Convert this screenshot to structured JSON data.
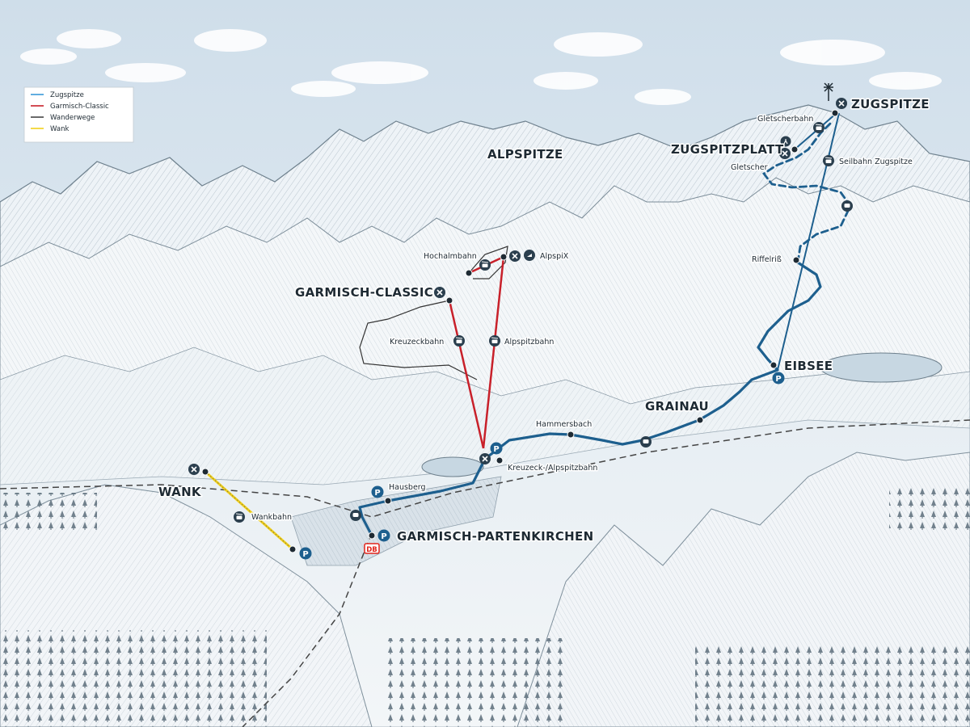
{
  "legend": {
    "items": [
      {
        "label": "Zugspitze",
        "color": "#3a9ad9"
      },
      {
        "label": "Garmisch-Classic",
        "color": "#c8202a"
      },
      {
        "label": "Wanderwege",
        "color": "#444444"
      },
      {
        "label": "Wank",
        "color": "#f2d11b"
      }
    ]
  },
  "areas": {
    "zugspitze": "ZUGSPITZE",
    "zugspitzplatt": "ZUGSPITZPLATT",
    "alpspitze": "ALPSPITZE",
    "garmisch_classic": "GARMISCH-CLASSIC",
    "eibsee": "EIBSEE",
    "grainau": "GRAINAU",
    "wank": "WANK",
    "garmisch_partenkirchen": "GARMISCH-PARTENKIRCHEN"
  },
  "stations": {
    "gletscherbahn": "Gletscherbahn",
    "gletscher": "Gletscher",
    "seilbahn_zugspitze": "Seilbahn Zugspitze",
    "riffelriss": "Riffelriß",
    "hochalmbahn": "Hochalmbahn",
    "alpspix": "AlpspiX",
    "kreuzeckbahn": "Kreuzeckbahn",
    "alpspitzbahn": "Alpspitzbahn",
    "hammersbach": "Hammersbach",
    "kreuzeck_alpspitzbahn": "Kreuzeck-/Alpspitzbahn",
    "hausberg": "Hausberg",
    "wankbahn": "Wankbahn"
  },
  "symbols": {
    "parking": "P",
    "railway": "DB"
  },
  "colors": {
    "zugspitze_line": "#1d5f8e",
    "classic_line": "#c8202a",
    "trail_line": "#333333",
    "wank_line": "#f2d11b",
    "icon_bg": "#2b3f4e",
    "parking_bg": "#1d5f8e",
    "db_red": "#e2231a"
  }
}
